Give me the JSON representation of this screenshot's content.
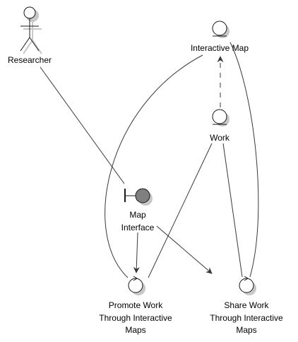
{
  "colors": {
    "line": "#383838",
    "node_fill": "#fefefe",
    "node_stroke": "#181818",
    "boundary_fill": "#7f7f7f",
    "shadow": "#c8c8c8"
  },
  "nodes": {
    "researcher": {
      "type": "actor",
      "label": "Researcher"
    },
    "interactive_map": {
      "type": "entity",
      "label": "Interactive Map"
    },
    "work": {
      "type": "entity",
      "label": "Work"
    },
    "map_interface": {
      "type": "boundary",
      "label_lines": [
        "Map",
        "Interface"
      ]
    },
    "promote_work": {
      "type": "control",
      "label_lines": [
        "Promote Work",
        "Through Interactive",
        "Maps"
      ]
    },
    "share_work": {
      "type": "control",
      "label_lines": [
        "Share Work",
        "Through Interactive",
        "Maps"
      ]
    }
  },
  "edges": [
    {
      "from": "researcher",
      "to": "map_interface",
      "style": "solid",
      "arrow": false
    },
    {
      "from": "work",
      "to": "interactive_map",
      "style": "dashed",
      "arrow": true
    },
    {
      "from": "interactive_map",
      "to": "promote_work",
      "style": "solid",
      "arrow": false
    },
    {
      "from": "interactive_map",
      "to": "share_work",
      "style": "solid",
      "arrow": false
    },
    {
      "from": "work",
      "to": "promote_work",
      "style": "solid",
      "arrow": false
    },
    {
      "from": "work",
      "to": "share_work",
      "style": "solid",
      "arrow": false
    },
    {
      "from": "map_interface",
      "to": "promote_work",
      "style": "solid",
      "arrow": true
    },
    {
      "from": "map_interface",
      "to": "share_work",
      "style": "solid",
      "arrow": true
    }
  ]
}
